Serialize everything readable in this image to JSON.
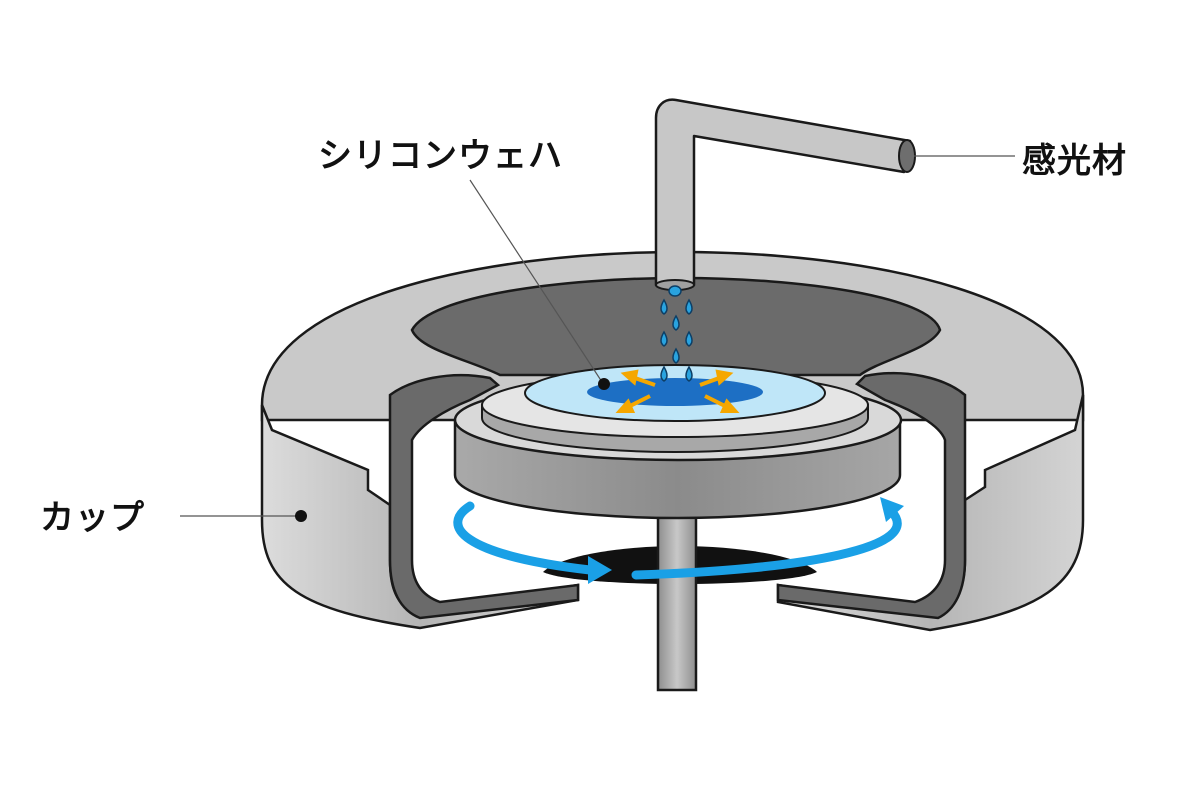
{
  "labels": {
    "wafer": "シリコンウェハ",
    "photoresist": "感光材",
    "cup": "カップ"
  },
  "colors": {
    "cup_outer": "#c7c7c7",
    "cup_inner": "#666666",
    "chuck": "#9c9c9c",
    "wafer": "#bfe6f8",
    "resist_puddle": "#1d6fc4",
    "droplet": "#29a3df",
    "spread_arrow": "#f5a700",
    "rotation_arrow": "#1aa0e6",
    "leader_line": "#555555",
    "outline": "#1a1a1a"
  },
  "icons": {
    "droplet": "droplet-icon",
    "rotation": "rotation-arrow-icon",
    "spread": "spread-arrow-icon"
  }
}
